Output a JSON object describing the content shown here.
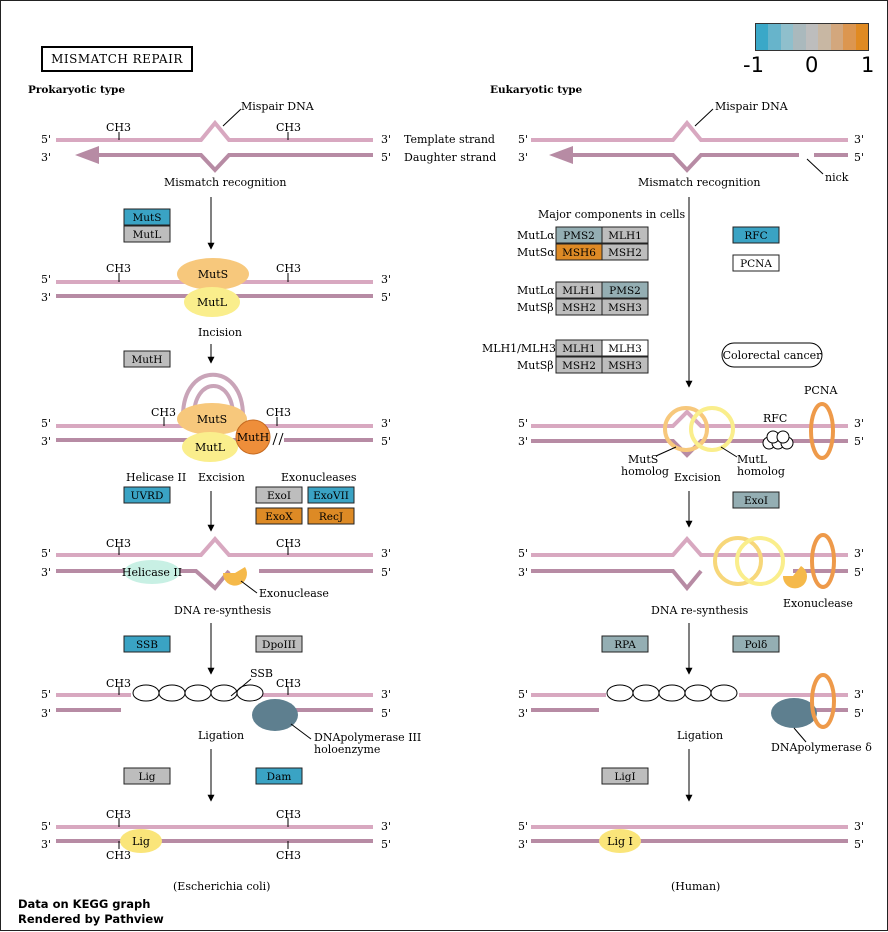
{
  "title": "MISMATCH  REPAIR",
  "sections": {
    "prok": "Prokaryotic type",
    "euk": "Eukaryotic type"
  },
  "legend": {
    "colors": [
      "#3aa8c8",
      "#67b4cb",
      "#8fbfcc",
      "#aab9bd",
      "#bdbdbd",
      "#c8b7a3",
      "#d3a77d",
      "#dc9650",
      "#e08a22"
    ],
    "min_label": "-1",
    "mid_label": "0",
    "max_label": "1"
  },
  "labels": {
    "mispair_dna": "Mispair DNA",
    "template_strand": "Template strand",
    "daughter_strand": "Daughter strand",
    "mismatch_recognition": "Mismatch recognition",
    "nick": "nick",
    "incision": "Incision",
    "excision": "Excision",
    "dna_resynthesis": "DNA re-synthesis",
    "ligation": "Ligation",
    "ch3": "CH3",
    "five": "5'",
    "three": "3'",
    "helicase_ii": "Helicase II",
    "exonucleases": "Exonucleases",
    "exonuclease": "Exonuclease",
    "ssb": "SSB",
    "dnapol3_1": "DNApolymerase III",
    "dnapol3_2": "holoenzyme",
    "dnapol_delta": "DNApolymerase δ",
    "major_components": "Major components in cells",
    "mutl_alpha": "MutLα",
    "muts_alpha": "MutSα",
    "muts_beta": "MutSβ",
    "mlh1_mlh3": "MLH1/MLH3",
    "pcna": "PCNA",
    "rfc": "RFC",
    "muts_homolog_1": "MutS",
    "muts_homolog_2": "homolog",
    "mutl_homolog_1": "MutL",
    "mutl_homolog_2": "homolog",
    "organism_ecoli": "(Escherichia coli)",
    "organism_human": "(Human)",
    "colorectal_cancer": "Colorectal cancer"
  },
  "blobs": {
    "muts": "MutS",
    "mutl": "MutL",
    "muth": "MutH",
    "lig": "Lig",
    "lig1": "Lig I",
    "helicase": "Helicase II"
  },
  "nodes": {
    "MutS": "MutS",
    "MutL": "MutL",
    "MutH": "MutH",
    "UVRD": "UVRD",
    "ExoI": "ExoI",
    "ExoVII": "ExoVII",
    "ExoX": "ExoX",
    "RecJ": "RecJ",
    "SSB": "SSB",
    "DpoIII": "DpoIII",
    "Lig": "Lig",
    "Dam": "Dam",
    "PMS2": "PMS2",
    "MLH1": "MLH1",
    "MSH6": "MSH6",
    "MSH2": "MSH2",
    "MSH3": "MSH3",
    "MLH3": "MLH3",
    "RFC": "RFC",
    "PCNA": "PCNA",
    "ExoI_h": "ExoI",
    "RPA": "RPA",
    "Pold": "Polδ",
    "LigI": "LigI"
  },
  "node_colors": {
    "blue": "#3aa3c4",
    "grey": "#bdbdbd",
    "orange": "#dd8a25",
    "slate": "#94aeb3",
    "white": "#ffffff"
  },
  "footer": {
    "line1": "Data on KEGG graph",
    "line2": "Rendered by Pathview"
  }
}
